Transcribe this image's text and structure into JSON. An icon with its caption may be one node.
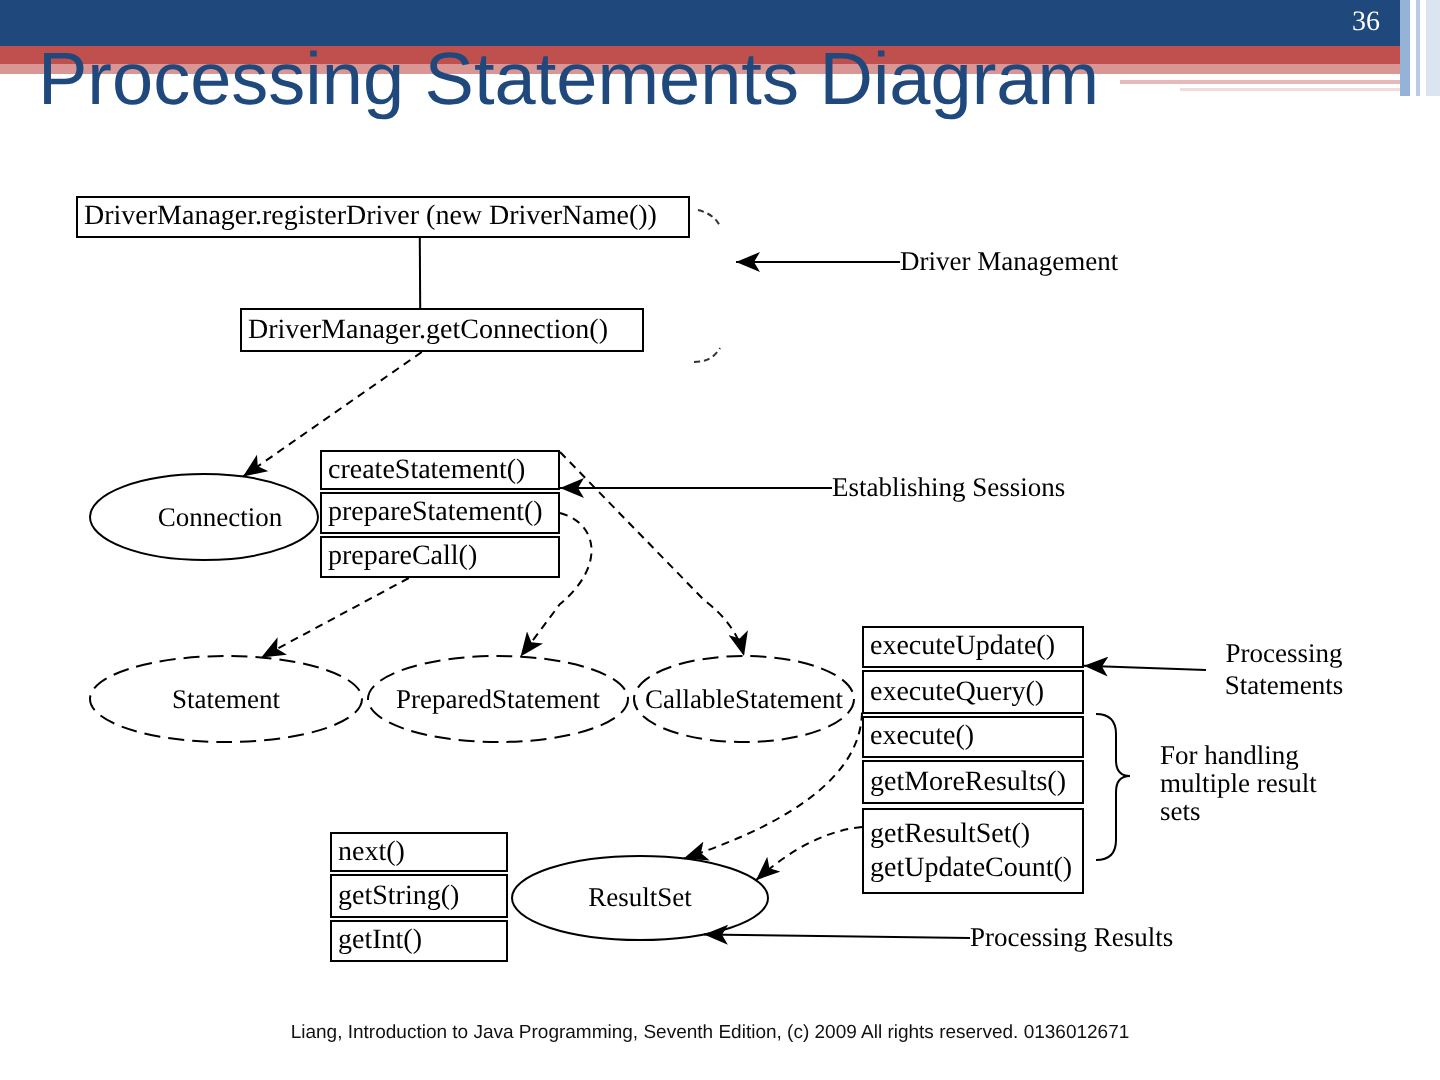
{
  "diagram": {
    "title": "Processing Statements Diagram",
    "caption": "Liang, Introduction to Java Programming, Seventh Edition, (c) 2009 All rights reserved. 0136012671",
    "nodes": [
      {
        "text": [
          "DriverManager.registerDriver (new DriverName())"
        ]
      },
      {
        "text": [
          "DriverManager.getConnection()"
        ]
      },
      {
        "text": [
          "Driver Management"
        ]
      },
      {
        "text": [
          "Connection"
        ]
      },
      {
        "text": [
          "createStatement()"
        ]
      },
      {
        "text": [
          "prepareStatement()"
        ]
      },
      {
        "text": [
          "prepareCall()"
        ]
      },
      {
        "text": [
          "Establishing Sessions"
        ]
      },
      {
        "text": [
          "Statement"
        ]
      },
      {
        "text": [
          "PreparedStatement"
        ]
      },
      {
        "text": [
          "CallableStatement"
        ]
      },
      {
        "text": [
          "executeUpdate()"
        ]
      },
      {
        "text": [
          "executeQuery()"
        ]
      },
      {
        "text": [
          "execute()"
        ]
      },
      {
        "text": [
          "getMoreResults()"
        ]
      },
      {
        "text": [
          "getResultSet()",
          "getUpdateCount()"
        ]
      },
      {
        "text": [
          "Processing Statements"
        ]
      },
      {
        "text": [
          "next()"
        ]
      },
      {
        "text": [
          "getString()"
        ]
      },
      {
        "text": [
          "getInt()"
        ]
      },
      {
        "text": [
          "ResultSet"
        ]
      },
      {
        "text": [
          "Processing Results"
        ]
      }
    ],
    "edges": [
      {
        "from": 0,
        "to": 1,
        "arrow": "none"
      },
      {
        "from": 1,
        "to": 3,
        "arrow": "to",
        "style": "dashed"
      },
      {
        "from": 6,
        "to": 8,
        "arrow": "to",
        "style": "dashed"
      },
      {
        "from": 5,
        "to": 9,
        "arrow": "to",
        "style": "dashed"
      },
      {
        "from": 4,
        "to": 10,
        "arrow": "to",
        "style": "dashed"
      },
      {
        "from": 12,
        "to": 20,
        "arrow": "to",
        "style": "dashed"
      },
      {
        "from": 15,
        "to": 20,
        "arrow": "to",
        "style": "dashed"
      },
      {
        "from": 2,
        "to": null,
        "arrow": "to"
      },
      {
        "from": 7,
        "to": 4,
        "arrow": "to"
      },
      {
        "from": 16,
        "to": 11,
        "arrow": "to"
      },
      {
        "from": 21,
        "to": 20,
        "arrow": "to"
      }
    ],
    "labels": [
      "36",
      "For handling multiple result sets"
    ]
  }
}
